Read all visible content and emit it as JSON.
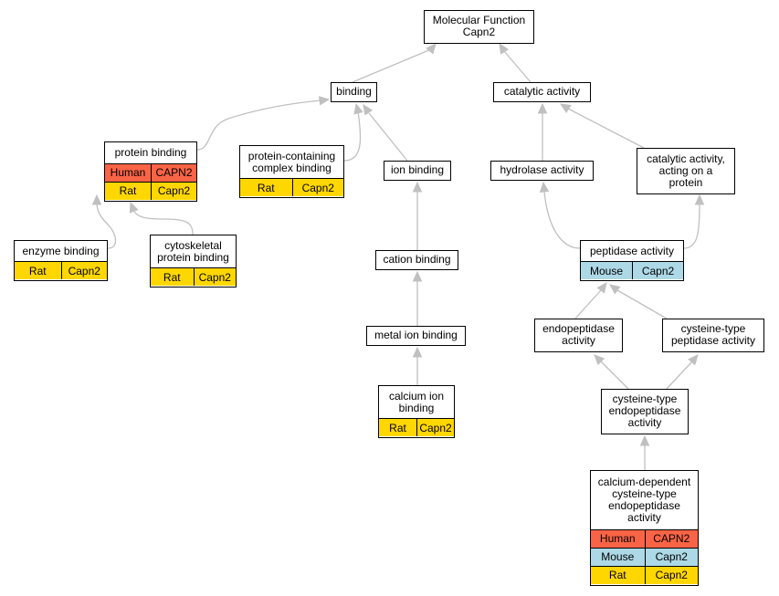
{
  "colors": {
    "human": "#fa6446",
    "mouse": "#add8e6",
    "rat": "#ffd700",
    "edge": "#c0c0c0"
  },
  "nodes": {
    "mf": {
      "lines": [
        "Molecular Function",
        "Capn2"
      ],
      "annotations": []
    },
    "binding": {
      "lines": [
        "binding"
      ],
      "annotations": []
    },
    "catalytic": {
      "lines": [
        "catalytic activity"
      ],
      "annotations": []
    },
    "protein_binding": {
      "lines": [
        "protein binding"
      ],
      "annotations": [
        {
          "species": "Human",
          "gene": "CAPN2"
        },
        {
          "species": "Rat",
          "gene": "Capn2"
        }
      ]
    },
    "pcc_binding": {
      "lines": [
        "protein-containing",
        "complex binding"
      ],
      "annotations": [
        {
          "species": "Rat",
          "gene": "Capn2"
        }
      ]
    },
    "ion_binding": {
      "lines": [
        "ion binding"
      ],
      "annotations": []
    },
    "hydrolase": {
      "lines": [
        "hydrolase activity"
      ],
      "annotations": []
    },
    "cat_protein": {
      "lines": [
        "catalytic activity,",
        "acting on a",
        "protein"
      ],
      "annotations": []
    },
    "enzyme_binding": {
      "lines": [
        "enzyme binding"
      ],
      "annotations": [
        {
          "species": "Rat",
          "gene": "Capn2"
        }
      ]
    },
    "cytoskeletal": {
      "lines": [
        "cytoskeletal",
        "protein binding"
      ],
      "annotations": [
        {
          "species": "Rat",
          "gene": "Capn2"
        }
      ]
    },
    "cation_binding": {
      "lines": [
        "cation binding"
      ],
      "annotations": []
    },
    "peptidase": {
      "lines": [
        "peptidase activity"
      ],
      "annotations": [
        {
          "species": "Mouse",
          "gene": "Capn2"
        }
      ]
    },
    "metal_ion": {
      "lines": [
        "metal ion binding"
      ],
      "annotations": []
    },
    "endopeptidase": {
      "lines": [
        "endopeptidase",
        "activity"
      ],
      "annotations": []
    },
    "cys_peptidase": {
      "lines": [
        "cysteine-type",
        "peptidase activity"
      ],
      "annotations": []
    },
    "calcium_ion": {
      "lines": [
        "calcium ion",
        "binding"
      ],
      "annotations": [
        {
          "species": "Rat",
          "gene": "Capn2"
        }
      ]
    },
    "cys_endo": {
      "lines": [
        "cysteine-type",
        "endopeptidase",
        "activity"
      ],
      "annotations": []
    },
    "ca_cys_endo": {
      "lines": [
        "calcium-dependent",
        "cysteine-type",
        "endopeptidase",
        "activity"
      ],
      "annotations": [
        {
          "species": "Human",
          "gene": "CAPN2"
        },
        {
          "species": "Mouse",
          "gene": "Capn2"
        },
        {
          "species": "Rat",
          "gene": "Capn2"
        }
      ]
    }
  }
}
